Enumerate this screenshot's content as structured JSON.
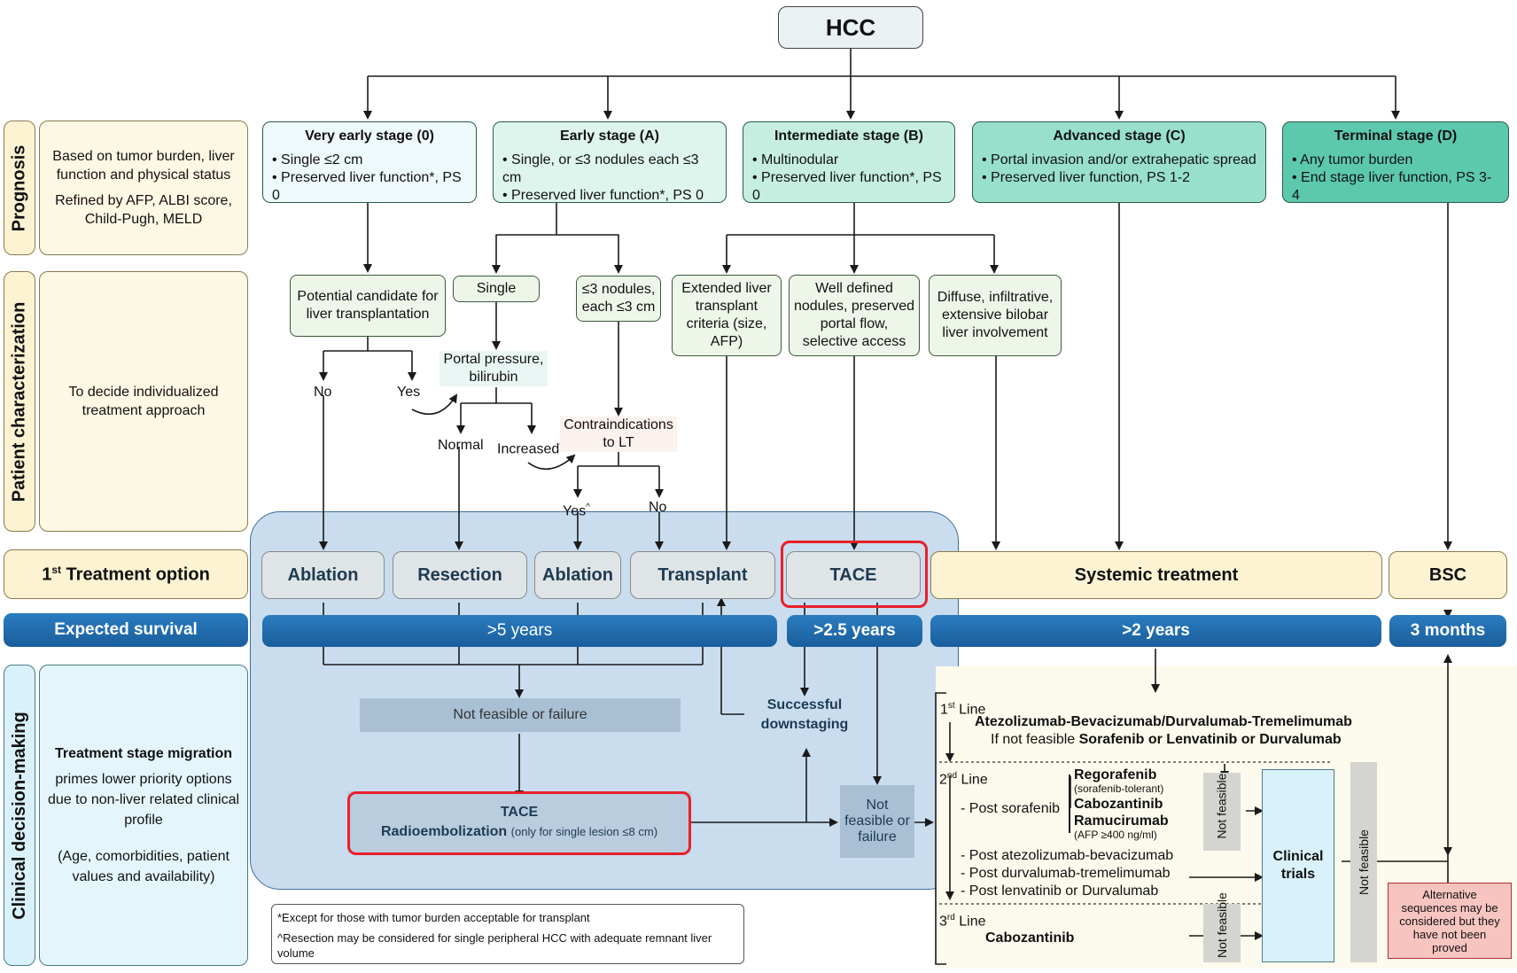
{
  "root": "HCC",
  "rows": {
    "prognosis": "Prognosis",
    "patient": "Patient characterization",
    "treatment_prefix": "1",
    "treatment_sup": "st",
    "treatment_suffix": " Treatment option",
    "survival": "Expected survival",
    "clinical": "Clinical decision-making"
  },
  "descriptions": {
    "prognosis_1": "Based on tumor burden, liver function and physical status",
    "prognosis_2": "Refined by AFP, ALBI score, Child-Pugh, MELD",
    "patient": "To decide individualized treatment approach",
    "clinical_title": "Treatment stage migration",
    "clinical_1": "primes lower priority options due to non-liver related clinical profile",
    "clinical_2": "(Age, comorbidities, patient values and availability)"
  },
  "stages": [
    {
      "title": "Very early stage (0)",
      "l1": "• Single ≤2 cm",
      "l2": "• Preserved liver function*, PS 0"
    },
    {
      "title": "Early stage (A)",
      "l1": "• Single, or ≤3 nodules each ≤3 cm",
      "l2": "• Preserved liver function*, PS 0"
    },
    {
      "title": "Intermediate stage (B)",
      "l1": "• Multinodular",
      "l2": "• Preserved liver function*, PS 0"
    },
    {
      "title": "Advanced stage (C)",
      "l1": "• Portal invasion and/or extrahepatic spread",
      "l2": "• Preserved liver function, PS 1-2"
    },
    {
      "title": "Terminal stage (D)",
      "l1": "• Any tumor burden",
      "l2": "• End stage liver function, PS 3-4"
    }
  ],
  "pc": {
    "candidate": "Potential candidate for liver transplantation",
    "single": "Single",
    "nodules": "≤3 nodules, each ≤3 cm",
    "extended": "Extended liver transplant criteria (size, AFP)",
    "welldefined": "Well defined nodules, preserved portal flow, selective access",
    "diffuse": "Diffuse, infiltrative, extensive bilobar liver involvement",
    "no1": "No",
    "yes1": "Yes",
    "portal": "Portal pressure, bilirubin",
    "normal": "Normal",
    "increased": "Increased",
    "increased_mark": "^",
    "contra": "Contraindications to LT",
    "yes2": "Yes",
    "yes2_mark": "^",
    "no2": "No"
  },
  "treatments": {
    "ablation1": "Ablation",
    "resection": "Resection",
    "ablation2": "Ablation",
    "transplant": "Transplant",
    "tace": "TACE",
    "systemic": "Systemic treatment",
    "bsc": "BSC"
  },
  "survival": {
    "s1": ">5 years",
    "s2": ">2.5 years",
    "s3": ">2 years",
    "s4": "3 months"
  },
  "clinical": {
    "notfeasible": "Not  feasible or failure",
    "downstaging": "Successful downstaging",
    "tace2": "TACE",
    "radio": "Radioembolization",
    "radio_note": "(only  for single lesion ≤8 cm)",
    "nf_failure": "Not feasible or failure"
  },
  "systemic": {
    "l1_prefix": "1",
    "l1_sup": "st",
    "l1_suffix": " Line",
    "l1_drugs": "Atezolizumab-Bevacizumab/Durvalumab-Tremelimumab",
    "l1_alt_prefix": "If not feasible ",
    "l1_alt": "Sorafenib or Lenvatinib or Durvalumab",
    "l2_prefix": "2",
    "l2_sup": "nd",
    "l2_suffix": " Line",
    "post_sorafenib": "- Post sorafenib",
    "rego": "Regorafenib",
    "rego_note": "(sorafenib-tolerant)",
    "cabo": "Cabozantinib",
    "ramu": "Ramucirumab",
    "ramu_note": "(AFP ≥400 ng/ml)",
    "post_atezo": "- Post atezolizumab-bevacizumab",
    "post_durva": "- Post durvalumab-tremelimumab",
    "post_lenva": "- Post lenvatinib or Durvalumab",
    "l3_prefix": "3",
    "l3_sup": "rd",
    "l3_suffix": " Line",
    "l3_drug": "Cabozantinib",
    "nf1": "Not feasible",
    "nf2": "Not feasible",
    "nf3": "Not feasible",
    "trials": "Clinical trials",
    "alternative": "Alternative sequences may be considered but they have not been proved"
  },
  "footnotes": {
    "f1": "*Except for  those with tumor burden acceptable for transplant",
    "f2": "^Resection may be considered for single peripheral HCC with adequate remnant liver volume"
  },
  "colors": {
    "highlight": "#e8202a",
    "survival_blue": "#1f6fb2",
    "treatment_region": "#c9ddef"
  }
}
